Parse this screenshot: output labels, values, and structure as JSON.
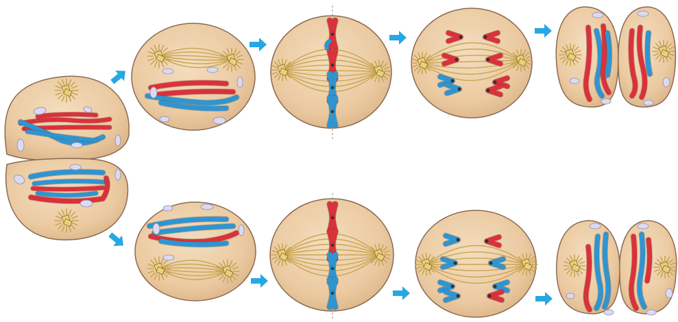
{
  "figure": {
    "description_visible_text": "",
    "colors": {
      "background": "#ffffff",
      "cell_fill": "#edcfa8",
      "cell_fill_dark": "#e2bb8f",
      "cell_outline": "#8a6a52",
      "spindle": "#c9a552",
      "centrosome": "#e9d17a",
      "centrosome_outline": "#8a6a2a",
      "chromosome_red": "#d9323a",
      "chromosome_blue": "#2f95d1",
      "vesicle": "#dcdaf0",
      "arrow": "#27a7e4",
      "metaphase_plate": "#9a8a80"
    },
    "stages": [
      "start",
      "prophase-ii",
      "metaphase-ii",
      "anaphase-ii",
      "telophase-ii"
    ],
    "icons": [
      "arrow-right-icon",
      "arrow-down-right-icon",
      "centrosome-icon"
    ]
  }
}
